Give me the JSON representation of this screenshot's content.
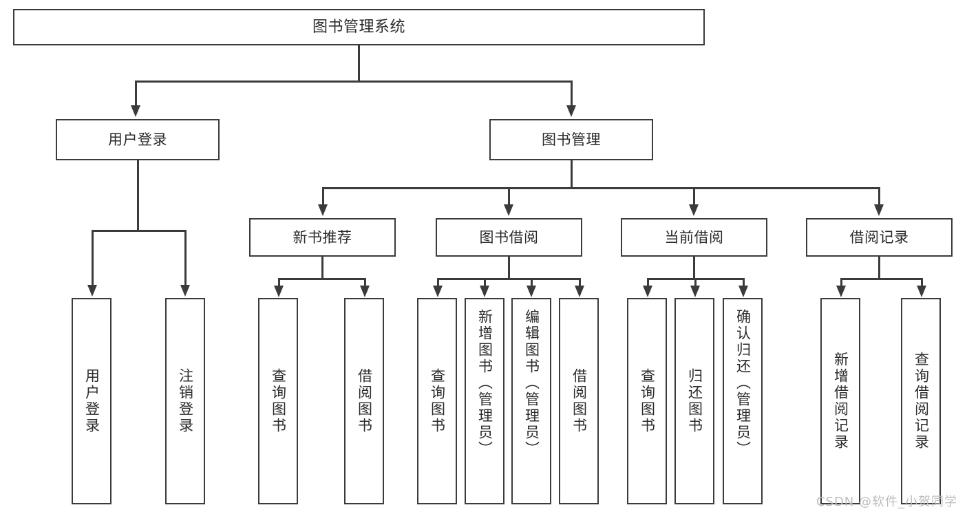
{
  "diagram": {
    "title": "图书管理系统",
    "type": "hierarchy-tree",
    "colors": {
      "background": "#ffffff",
      "box_border": "#3b3b3b",
      "text": "#2b2b2b",
      "watermark": "#bdbdbd"
    },
    "root": {
      "label": "图书管理系统"
    },
    "level1": [
      {
        "label": "用户登录"
      },
      {
        "label": "图书管理"
      }
    ],
    "level2": [
      {
        "label": "新书推荐"
      },
      {
        "label": "图书借阅"
      },
      {
        "label": "当前借阅"
      },
      {
        "label": "借阅记录"
      }
    ],
    "leaves": {
      "user_login": [
        {
          "label": "用户登录"
        },
        {
          "label": "注销登录"
        }
      ],
      "new_book_recommend": [
        {
          "label": "查询图书"
        },
        {
          "label": "借阅图书"
        }
      ],
      "book_borrow": [
        {
          "label": "查询图书"
        },
        {
          "label": "新增图书（管理员）"
        },
        {
          "label": "编辑图书（管理员）"
        },
        {
          "label": "借阅图书"
        }
      ],
      "current_borrow": [
        {
          "label": "查询图书"
        },
        {
          "label": "归还图书"
        },
        {
          "label": "确认归还（管理员）"
        }
      ],
      "borrow_record": [
        {
          "label": "新增借阅记录"
        },
        {
          "label": "查询借阅记录"
        }
      ]
    }
  },
  "watermark": {
    "text": "CSDN @软件_小贺同学"
  }
}
